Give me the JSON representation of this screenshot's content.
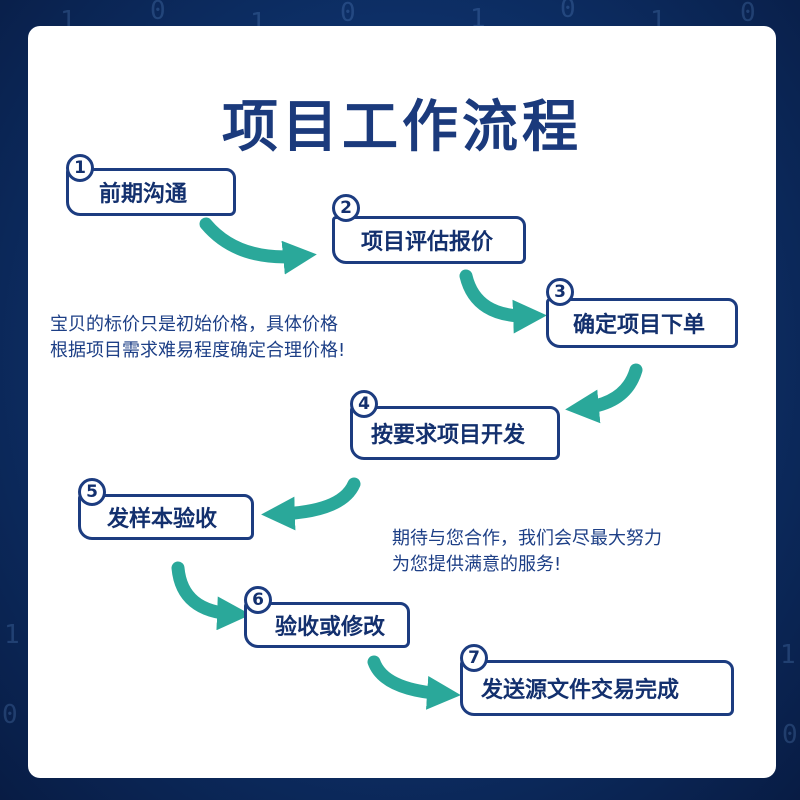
{
  "background_digits": [
    "1",
    "0",
    "1",
    "0",
    "1",
    "0",
    "1",
    "0",
    "1",
    "0",
    "1",
    "0"
  ],
  "title": "项目工作流程",
  "steps": [
    {
      "number": "1",
      "label": "前期沟通"
    },
    {
      "number": "2",
      "label": "项目评估报价"
    },
    {
      "number": "3",
      "label": "确定项目下单"
    },
    {
      "number": "4",
      "label": "按要求项目开发"
    },
    {
      "number": "5",
      "label": "发样本验收"
    },
    {
      "number": "6",
      "label": "验收或修改"
    },
    {
      "number": "7",
      "label": "发送源文件交易完成"
    }
  ],
  "notes": {
    "price_line1": "宝贝的标价只是初始价格，具体价格",
    "price_line2": "根据项目需求难易程度确定合理价格!",
    "thanks_line1": "期待与您合作，我们会尽最大努力",
    "thanks_line2": "为您提供满意的服务!"
  },
  "colors": {
    "title": "#1b3a7c",
    "box_border": "#1c3c80",
    "arrow": "#2aa89a",
    "note_text": "#1d3f86",
    "background": "#0d2f66"
  }
}
